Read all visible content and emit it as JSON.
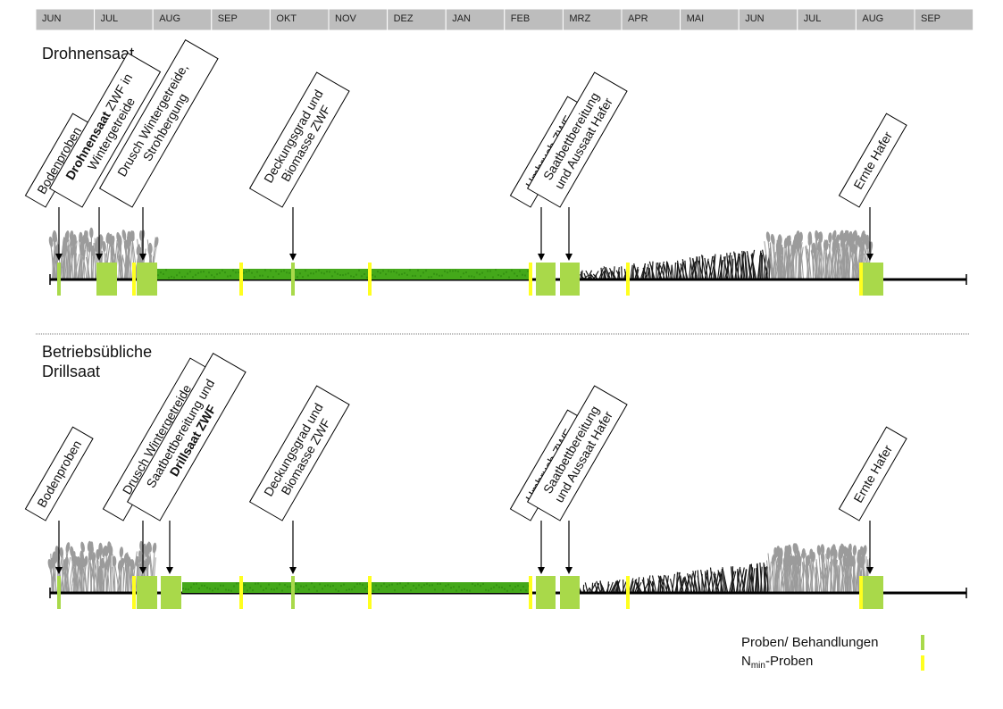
{
  "months": [
    "JUN",
    "JUL",
    "AUG",
    "SEP",
    "OKT",
    "NOV",
    "DEZ",
    "JAN",
    "FEB",
    "MRZ",
    "APR",
    "MAI",
    "JUN",
    "JUL",
    "AUG",
    "SEP"
  ],
  "colors": {
    "month_bar": "#bdbdbd",
    "month_border": "#ffffff",
    "treatment": "#a9d94a",
    "nmin": "#ffff1f",
    "cover_crop": "#44a81a",
    "cover_crop_light": "#79c84a",
    "crop_gray": "#9b9b9b",
    "crop_black": "#1a1a1a",
    "separator": "#7a7a7a"
  },
  "section1": {
    "title_lines": [
      "Drohnensaat"
    ],
    "labels": [
      {
        "lines": [
          [
            {
              "t": "Bodenproben"
            }
          ]
        ]
      },
      {
        "lines": [
          [
            {
              "t": "Drohnensaat",
              "b": true
            },
            {
              "t": " ZWF in"
            }
          ],
          [
            {
              "t": "Wintergetreide"
            }
          ]
        ]
      },
      {
        "lines": [
          [
            {
              "t": "Drusch Wintergetreide,"
            }
          ],
          [
            {
              "t": "Strohbergung"
            }
          ]
        ]
      },
      {
        "lines": [
          [
            {
              "t": "Deckungsgrad und"
            }
          ],
          [
            {
              "t": "Biomasse ZWF"
            }
          ]
        ]
      },
      {
        "lines": [
          [
            {
              "t": "Umbruch ZWF"
            }
          ]
        ]
      },
      {
        "lines": [
          [
            {
              "t": "Saatbettbereitung"
            }
          ],
          [
            {
              "t": "und Aussaat Hafer"
            }
          ]
        ]
      },
      {
        "lines": [
          [
            {
              "t": "Ernte Hafer"
            }
          ]
        ]
      }
    ]
  },
  "section2": {
    "title_lines": [
      "Betriebsübliche",
      "Drillsaat"
    ],
    "labels": [
      {
        "lines": [
          [
            {
              "t": "Bodenproben"
            }
          ]
        ]
      },
      {
        "lines": [
          [
            {
              "t": "Drusch Wintergetreide"
            }
          ]
        ]
      },
      {
        "lines": [
          [
            {
              "t": "Saatbettbereitung und"
            }
          ],
          [
            {
              "t": "Drillsaat ZWF",
              "b": true
            }
          ]
        ]
      },
      {
        "lines": [
          [
            {
              "t": "Deckungsgrad und"
            }
          ],
          [
            {
              "t": "Biomasse ZWF"
            }
          ]
        ]
      },
      {
        "lines": [
          [
            {
              "t": "Umbruch ZWF"
            }
          ]
        ]
      },
      {
        "lines": [
          [
            {
              "t": "Saatbettbereitung"
            }
          ],
          [
            {
              "t": "und Aussaat Hafer"
            }
          ]
        ]
      },
      {
        "lines": [
          [
            {
              "t": "Ernte Hafer"
            }
          ]
        ]
      }
    ]
  },
  "legend": {
    "treatments_label": "Proben/ Behandlungen",
    "nmin_prefix": "N",
    "nmin_sub": "min",
    "nmin_suffix": "-Proben"
  }
}
